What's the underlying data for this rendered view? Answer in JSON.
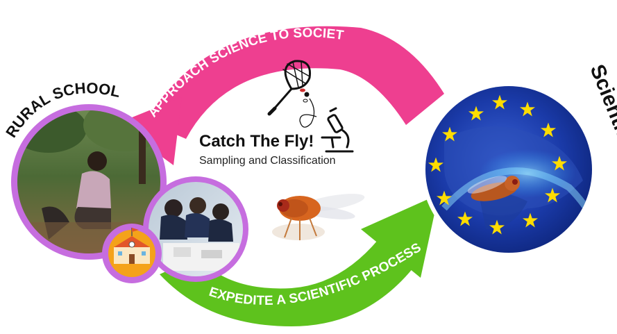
{
  "arrows": {
    "top_label": "APPROACH SCIENCE TO SOCIETY",
    "bottom_label": "EXPEDITE A SCIENTIFIC PROCESS"
  },
  "left": {
    "title": "RURAL SCHOOLS"
  },
  "right": {
    "title": "Scientists"
  },
  "center": {
    "title": "Catch The Fly!",
    "subtitle": "Sampling and Classification"
  },
  "colors": {
    "magenta_arrow": "#ee3f90",
    "green_arrow": "#5ec21d",
    "violet_ring": "#c66ddf",
    "eu_blue": "#0a2a8c",
    "eu_star": "#ffdd00",
    "school_bg": "#f4a21a",
    "fly_body": "#d7651f"
  },
  "icons": {
    "net": "butterfly-net-icon",
    "microscope": "microscope-icon",
    "school": "school-building-icon",
    "fly": "fruit-fly-icon"
  }
}
